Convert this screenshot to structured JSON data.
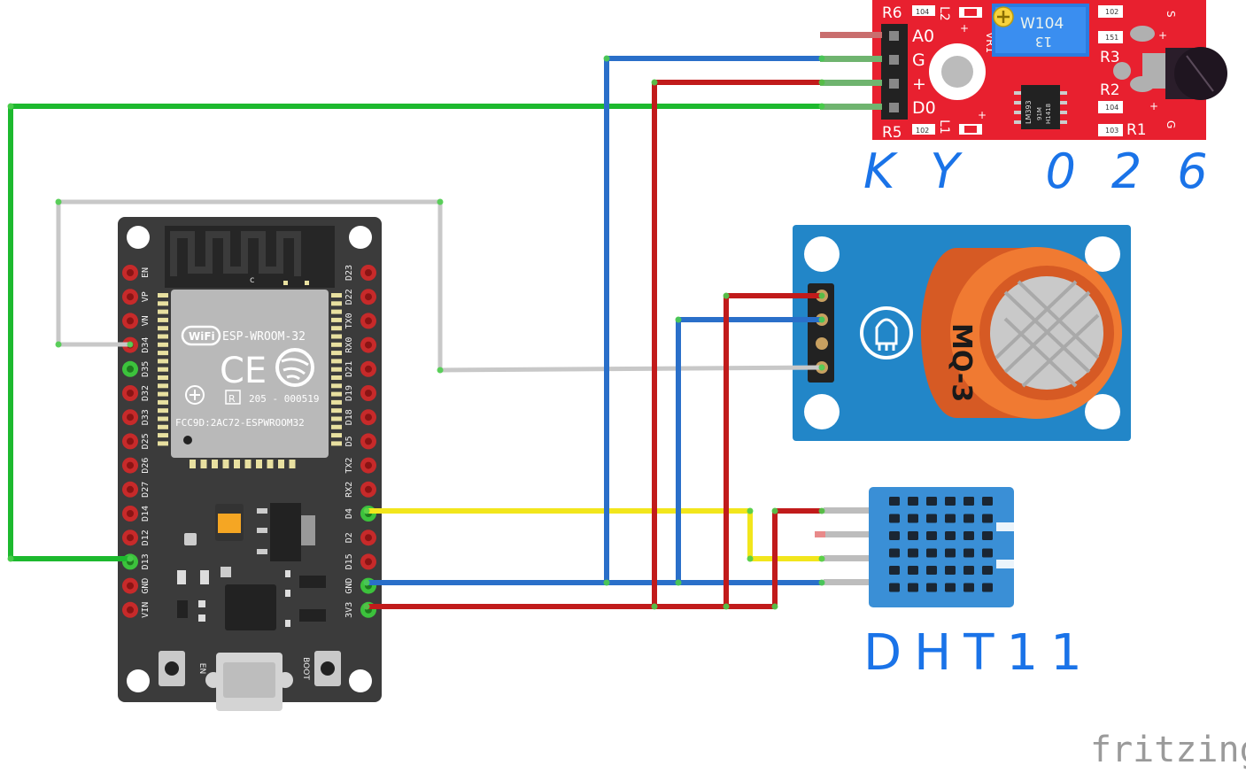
{
  "esp32": {
    "module_name": "ESP-WROOM-32",
    "wifi_label": "WiFi",
    "ce_label": "CE",
    "fcc_label": "FCC9D:2AC72-ESPWROOM32",
    "reg_label": "205 - 000519",
    "r_label": "R",
    "antenna_label": "c",
    "left_pins": [
      "EN",
      "VP",
      "VN",
      "D34",
      "D35",
      "D32",
      "D33",
      "D25",
      "D26",
      "D27",
      "D14",
      "D12",
      "D13",
      "GND",
      "VIN"
    ],
    "right_pins": [
      "D23",
      "D22",
      "TX0",
      "RX0",
      "D21",
      "D19",
      "D18",
      "D5",
      "TX2",
      "RX2",
      "D4",
      "D2",
      "D15",
      "GND",
      "3V3"
    ],
    "en_button": "EN",
    "boot_button": "BOOT"
  },
  "ky026": {
    "title": "KY 026",
    "pins": [
      "A0",
      "G",
      "+",
      "D0"
    ],
    "labels": {
      "r6": "R6",
      "r5": "R5",
      "r3": "R3",
      "r2": "R2",
      "r1": "R1",
      "l2": "L2",
      "l1": "L1",
      "vr1": "VR1",
      "pot": "W104",
      "pot_sub": "13",
      "chip": "LM393",
      "chip2": "91M",
      "chip3": "H1418",
      "c104a": "104",
      "c104b": "104",
      "c102a": "102",
      "c102b": "102",
      "c151": "151",
      "c103": "103"
    }
  },
  "mq3": {
    "title": "MQ-3"
  },
  "dht11": {
    "title": "DHT11"
  },
  "watermark": "fritzing",
  "colors": {
    "green": "#1db92e",
    "blue": "#2a6fc9",
    "red": "#c11b1b",
    "yellow": "#f2e61c",
    "grey": "#c8c8c8",
    "ink": "#1a73e8"
  }
}
